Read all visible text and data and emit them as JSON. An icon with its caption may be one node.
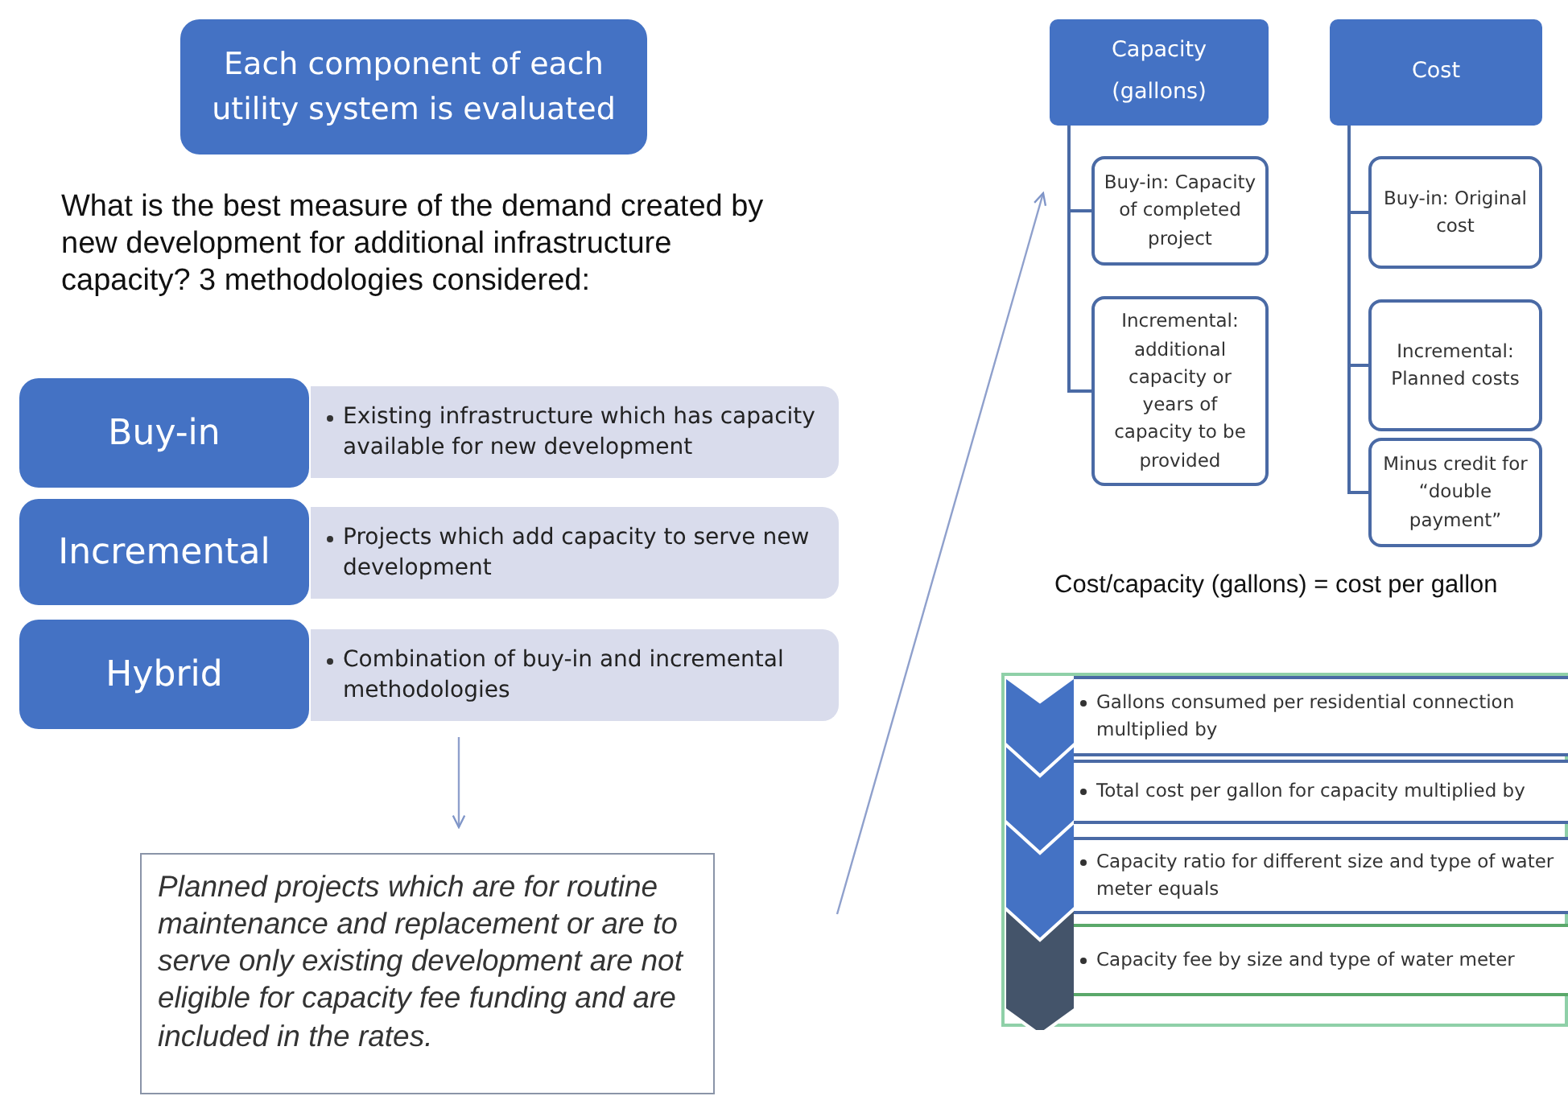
{
  "diagram": {
    "nodes": [
      {
        "text": [
          "Each component of each utility system is evaluated"
        ]
      },
      {
        "text": [
          "Buy-in"
        ]
      },
      {
        "text": [
          "Existing infrastructure which has capacity available for new development"
        ]
      },
      {
        "text": [
          "Incremental"
        ]
      },
      {
        "text": [
          "Projects which add capacity to serve new development"
        ]
      },
      {
        "text": [
          "Hybrid"
        ]
      },
      {
        "text": [
          "Combination of buy-in and incremental methodologies"
        ]
      },
      {
        "text": [
          "Planned projects which are for routine maintenance and replacement or are to serve only existing development are not eligible for capacity fee funding and are included in the rates."
        ]
      },
      {
        "text": [
          "Capacity (gallons)"
        ]
      },
      {
        "text": [
          "Buy-in: Capacity of completed project"
        ]
      },
      {
        "text": [
          "Incremental: additional capacity or years of capacity to be provided"
        ]
      },
      {
        "text": [
          "Cost"
        ]
      },
      {
        "text": [
          "Buy-in: Original cost"
        ]
      },
      {
        "text": [
          "Incremental: Planned costs"
        ]
      },
      {
        "text": [
          "Minus credit for “double payment”"
        ]
      },
      {
        "text": [],
        "shape": "box"
      },
      {
        "text": [
          "Gallons consumed per residential connection multiplied by"
        ],
        "in": 15
      },
      {
        "text": [
          "Total cost per gallon for capacity multiplied by"
        ],
        "in": 15
      },
      {
        "text": [
          "Capacity ratio for different size and type of water meter equals"
        ],
        "in": 15
      },
      {
        "text": [
          "Capacity fee by size and type of water meter"
        ],
        "in": 15
      }
    ],
    "edges": [
      {
        "from": 6,
        "to": 7,
        "arrow": "to"
      },
      {
        "from": null,
        "to": 8,
        "arrow": "to"
      },
      {
        "from": 8,
        "to": 9,
        "arrow": "none"
      },
      {
        "from": 8,
        "to": 10,
        "arrow": "none"
      },
      {
        "from": 11,
        "to": 12,
        "arrow": "none"
      },
      {
        "from": 11,
        "to": 13,
        "arrow": "none"
      },
      {
        "from": 11,
        "to": 14,
        "arrow": "none"
      }
    ],
    "labels": [
      "What is the best measure of the demand created by new development for additional infrastructure capacity?  3 methodologies considered:",
      "Cost/capacity (gallons)  = cost per gallon"
    ]
  }
}
